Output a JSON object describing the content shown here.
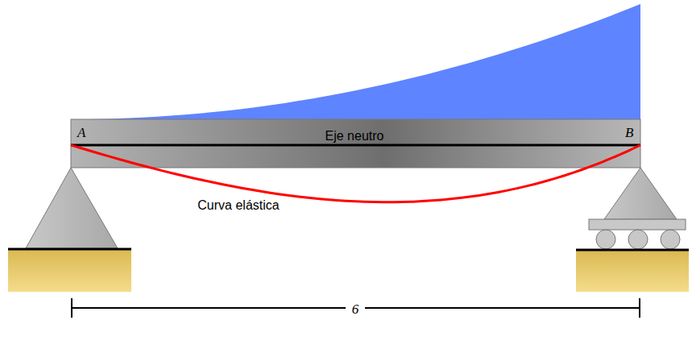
{
  "diagram": {
    "labels": [
      "A",
      "B",
      "Eje neutro",
      "Curva elástica",
      "6"
    ]
  }
}
